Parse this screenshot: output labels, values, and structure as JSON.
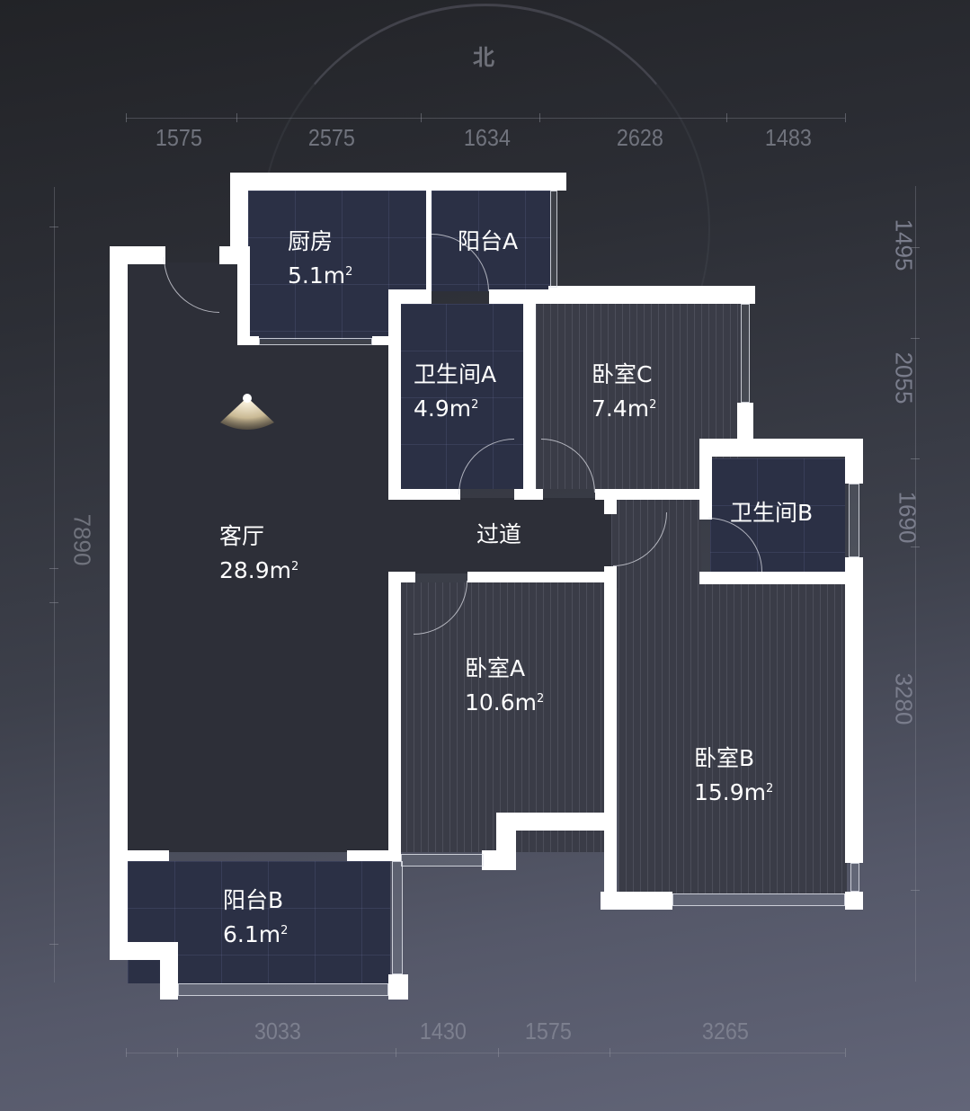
{
  "compass": {
    "north_label": "北"
  },
  "dimensions": {
    "top": [
      "1575",
      "2575",
      "1634",
      "2628",
      "1483"
    ],
    "bottom": [
      "3033",
      "1430",
      "1575",
      "3265"
    ],
    "left": [
      "7890"
    ],
    "right": [
      "1495",
      "2055",
      "1690",
      "3280"
    ]
  },
  "rooms": [
    {
      "id": "kitchen",
      "name": "厨房",
      "area": "5.1m",
      "floor": "tile"
    },
    {
      "id": "balcony-a",
      "name": "阳台A",
      "area": "",
      "floor": "tile"
    },
    {
      "id": "bathroom-a",
      "name": "卫生间A",
      "area": "4.9m",
      "floor": "tile"
    },
    {
      "id": "bedroom-c",
      "name": "卧室C",
      "area": "7.4m",
      "floor": "wood"
    },
    {
      "id": "living-room",
      "name": "客厅",
      "area": "28.9m",
      "floor": "dark"
    },
    {
      "id": "corridor",
      "name": "过道",
      "area": "",
      "floor": "dark"
    },
    {
      "id": "bathroom-b",
      "name": "卫生间B",
      "area": "",
      "floor": "tile"
    },
    {
      "id": "bedroom-a",
      "name": "卧室A",
      "area": "10.6m",
      "floor": "wood"
    },
    {
      "id": "bedroom-b",
      "name": "卧室B",
      "area": "15.9m",
      "floor": "wood"
    },
    {
      "id": "balcony-b",
      "name": "阳台B",
      "area": "6.1m",
      "floor": "tile"
    }
  ],
  "area_unit_sup": "2",
  "icons": {
    "viewpoint": "camera-viewpoint-icon"
  },
  "colors": {
    "wall": "#ffffff",
    "tile_floor": "#2b3045",
    "wood_floor": "#3a3c47",
    "living_floor": "#2d2f38",
    "dimension_text": "#70737d"
  }
}
